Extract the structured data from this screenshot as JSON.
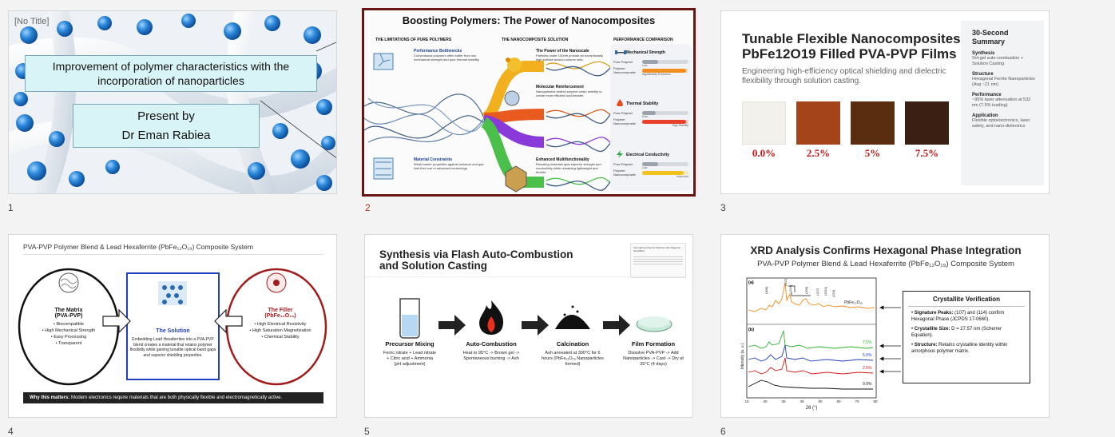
{
  "slides": [
    {
      "number": "1",
      "tag": "[No Title]",
      "title": "Improvement of polymer characteristics with the incorporation of nanoparticles",
      "presenter_line1": "Present by",
      "presenter_line2": "Dr Eman Rabiea"
    },
    {
      "number": "2",
      "title": "Boosting Polymers: The Power of Nanocomposites",
      "col1_header": "THE LIMITATIONS OF PURE POLYMERS",
      "col2_header": "THE NANOCOMPOSITE SOLUTION",
      "col3_header": "PERFORMANCE COMPARISON",
      "limits": [
        {
          "title": "Performance Bottlenecks",
          "text": "Conventional polymers often suffer from low mechanical strength and poor thermal stability."
        },
        {
          "title": "Material Constraints",
          "text": "Weak barrier properties against moisture and gas limit their use in advanced technology."
        }
      ],
      "solutions": [
        {
          "title": "The Power of the Nanoscale",
          "text": "Particles under 100nm provide an exceptionally high surface area-to-volume ratio."
        },
        {
          "title": "Molecular Reinforcement",
          "text": "Nanoparticles restrict polymer chain mobility to create more efficient load transfer."
        },
        {
          "title": "Enhanced Multifunctionality",
          "text": "Resulting materials gain superior strength and conductivity while remaining lightweight and flexible."
        }
      ],
      "perf": [
        {
          "title": "Mechanical Strength",
          "pure": "Pure Polymer",
          "pure_note": "Low",
          "nano": "Polymer Nanocomposite",
          "nano_note": "Significantly Enhanced",
          "pure_level": 0.35,
          "nano_level": 0.95
        },
        {
          "title": "Thermal Stability",
          "pure": "Pure Polymer",
          "pure_note": "Poor",
          "nano": "Polymer Nanocomposite",
          "nano_note": "High Stability",
          "pure_level": 0.3,
          "nano_level": 0.95
        },
        {
          "title": "Electrical Conductivity",
          "pure": "Pure Polymer",
          "pure_note": "Low",
          "nano": "Polymer Nanocomposite",
          "nano_note": "Improved",
          "pure_level": 0.35,
          "nano_level": 0.9
        }
      ]
    },
    {
      "number": "3",
      "title_line1": "Tunable Flexible Nanocomposites:",
      "title_line2": "PbFe12O19 Filled PVA-PVP Films",
      "subtitle": "Engineering high-efficiency optical shielding and dielectric flexibility through solution casting.",
      "swatches": [
        {
          "label": "0.0%",
          "color": "#f2f1ec"
        },
        {
          "label": "2.5%",
          "color": "#a3441a"
        },
        {
          "label": "5%",
          "color": "#5a2d10"
        },
        {
          "label": "7.5%",
          "color": "#3a1f12"
        }
      ],
      "summary_title": "30-Second Summary",
      "summary": [
        {
          "h": "Synthesis",
          "t": "Sol-gel auto-combustion + Solution Casting"
        },
        {
          "h": "Structure",
          "t": "Hexagonal Ferrite Nanoparticles (Avg ~21 nm)"
        },
        {
          "h": "Performance",
          "t": "~95% laser attenuation at 532 nm (7.5% loading)"
        },
        {
          "h": "Application",
          "t": "Flexible optoelectronics, laser safety, and nano-dielectrics"
        }
      ]
    },
    {
      "number": "4",
      "header": "PVA-PVP Polymer Blend & Lead Hexaferrite (PbFe₁₂O₁₉) Composite System",
      "matrix_title": "The Matrix",
      "matrix_sub": "(PVA-PVP)",
      "matrix_items": [
        "• Biocompatible",
        "• High Mechanical Strength",
        "• Easy Processing",
        "• Transparent"
      ],
      "solution_title": "The Solution",
      "solution_text": "Embedding Lead Hexaferrites into a PVA-PVP blend creates a material that retains polymer flexibility while gaining tunable optical band gaps and superior shielding properties.",
      "filler_title": "The Filler",
      "filler_sub": "(PbFe₁₂O₁₉)",
      "filler_items": [
        "• High Electrical Resistivity",
        "• High Saturation Magnetization",
        "• Chemical Stability"
      ],
      "footer_bold": "Why this matters:",
      "footer_text": "Modern electronics require materials that are both physically flexible and electromagnetically active."
    },
    {
      "number": "5",
      "title_line1": "Synthesis via Flash Auto-Combustion",
      "title_line2": "and Solution Casting",
      "doc_title": "Synergizing Polymer Matrices with Magnetic Nanofillers",
      "steps": [
        {
          "title": "Precursor Mixing",
          "text": "Ferric nitrate + Lead nitrate + Citric acid + Ammonia (pH adjustment)"
        },
        {
          "title": "Auto-Combustion",
          "text": "Heat to 95°C -> Brown gel -> Spontaneous burning -> Ash"
        },
        {
          "title": "Calcination",
          "text": "Ash annealed at 300°C for 6 hours (PbFe₁₂O₁₉ Nanoparticles formed)"
        },
        {
          "title": "Film Formation",
          "text": "Dissolve PVA-PVP -> Add Nanoparticles -> Cast -> Dry at 35°C (4 days)"
        }
      ]
    },
    {
      "number": "6",
      "title": "XRD Analysis Confirms Hexagonal Phase Integration",
      "subtitle": "PVA-PVP Polymer Blend & Lead Hexaferrite (PbFe₁₂O₁₉) Composite System",
      "panel_a": "(a)",
      "panel_b": "(b)",
      "ylabel": "Intensity (a. u.)",
      "xlabel": "2θ (°)",
      "xticks": [
        "10",
        "20",
        "30",
        "40",
        "50",
        "60",
        "70",
        "80"
      ],
      "peak_labels": [
        "(006)",
        "(107)",
        "(114)",
        "(205)",
        "(217)",
        "(2011)",
        "(220)"
      ],
      "phase_label": "PbFe₁₂O₁₉",
      "curve_labels": [
        "7.5%",
        "5.0%",
        "2.5%",
        "0.0%"
      ],
      "verify_title": "Crystallite Verification",
      "verify": [
        {
          "b": "Signature Peaks:",
          "t": "(107) and (114) confirm Hexagonal Phase (JCPDS 17-0660)."
        },
        {
          "b": "Crystallite Size:",
          "t": "D = 27.57 nm (Scherrer Equation)."
        },
        {
          "b": "Structure:",
          "t": "Retains crystalline identity within amorphous polymer matrix."
        }
      ]
    }
  ],
  "colors": {
    "selected_border": "#6b1414",
    "selected_number": "#b33a1a",
    "orange": "#f28c1e",
    "blue_box": "#1f3fbf",
    "red_ring": "#a11c1c"
  }
}
